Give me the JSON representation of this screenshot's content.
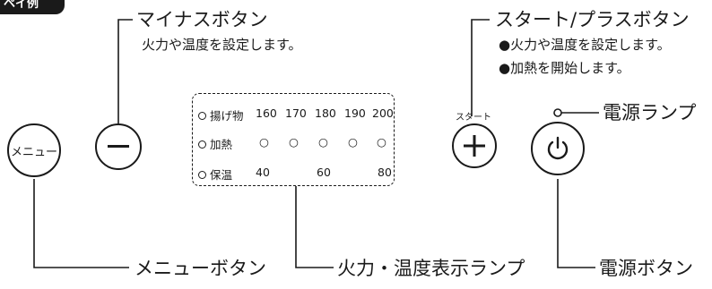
{
  "header_tab": "ペイ例",
  "callouts": {
    "minus": {
      "title": "マイナスボタン",
      "desc": "火力や温度を設定します。"
    },
    "plus": {
      "title": "スタート/プラスボタン",
      "desc": [
        "●火力や温度を設定します。",
        "●加熱を開始します。"
      ]
    },
    "power_lamp": "電源ランプ",
    "menu_button": "メニューボタン",
    "display_lamp": "火力・温度表示ランプ",
    "power_button": "電源ボタン"
  },
  "buttons": {
    "menu": "メニュー",
    "start_label": "スタート"
  },
  "panel": {
    "rows": [
      {
        "label": "揚げ物",
        "values": [
          "160",
          "170",
          "180",
          "190",
          "200"
        ]
      },
      {
        "label": "加熱",
        "values": [
          "○",
          "○",
          "○",
          "○",
          "○"
        ]
      },
      {
        "label": "保温",
        "values": [
          "40",
          "",
          "60",
          "",
          "80"
        ]
      }
    ]
  }
}
